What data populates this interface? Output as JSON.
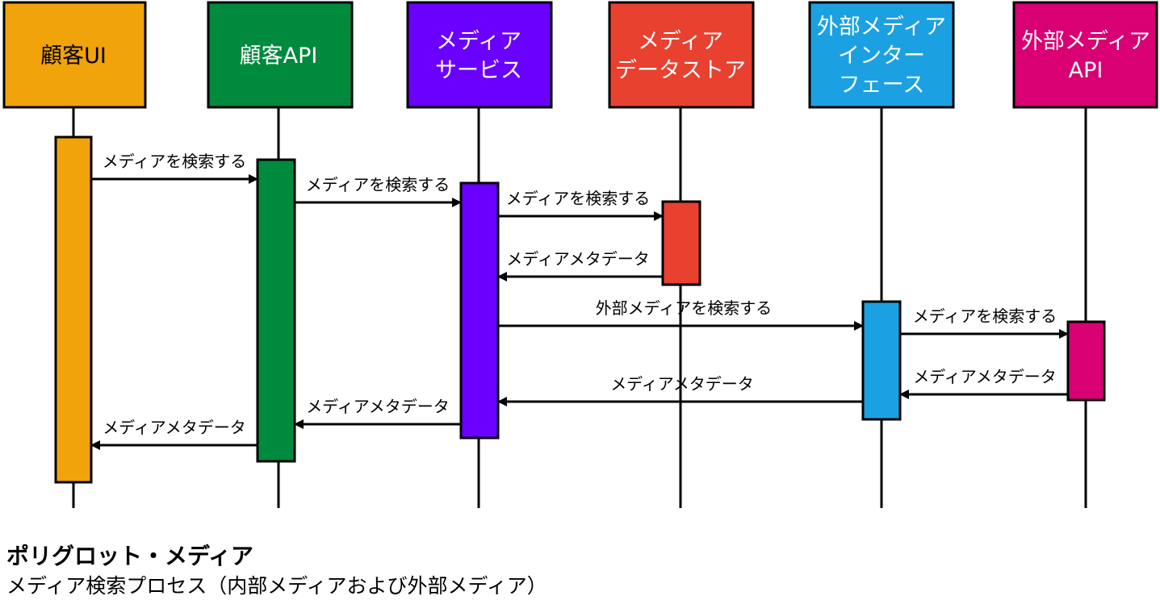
{
  "participants": [
    {
      "id": "ui",
      "lines": [
        "顧客UI"
      ],
      "color": "#F0A30A",
      "text_color": "#000000"
    },
    {
      "id": "api",
      "lines": [
        "顧客API"
      ],
      "color": "#008A3E",
      "text_color": "#ffffff"
    },
    {
      "id": "svc",
      "lines": [
        "メディア",
        "サービス"
      ],
      "color": "#6A00FF",
      "text_color": "#ffffff"
    },
    {
      "id": "store",
      "lines": [
        "メディア",
        "データストア"
      ],
      "color": "#E8412F",
      "text_color": "#ffffff"
    },
    {
      "id": "ext",
      "lines": [
        "外部メディア",
        "インター",
        "フェース"
      ],
      "color": "#1BA1E2",
      "text_color": "#ffffff"
    },
    {
      "id": "extapi",
      "lines": [
        "外部メディア",
        "API"
      ],
      "color": "#D80073",
      "text_color": "#ffffff"
    }
  ],
  "messages": [
    {
      "from": "ui",
      "to": "api",
      "label": "メディアを検索する"
    },
    {
      "from": "api",
      "to": "svc",
      "label": "メディアを検索する"
    },
    {
      "from": "svc",
      "to": "store",
      "label": "メディアを検索する"
    },
    {
      "from": "store",
      "to": "svc",
      "label": "メディアメタデータ"
    },
    {
      "from": "svc",
      "to": "ext",
      "label": "外部メディアを検索する"
    },
    {
      "from": "ext",
      "to": "extapi",
      "label": "メディアを検索する"
    },
    {
      "from": "extapi",
      "to": "ext",
      "label": "メディアメタデータ"
    },
    {
      "from": "ext",
      "to": "svc",
      "label": "メディアメタデータ"
    },
    {
      "from": "svc",
      "to": "api",
      "label": "メディアメタデータ"
    },
    {
      "from": "api",
      "to": "ui",
      "label": "メディアメタデータ"
    }
  ],
  "caption": {
    "title": "ポリグロット・メディア",
    "subtitle": "メディア検索プロセス（内部メディアおよび外部メディア）"
  }
}
